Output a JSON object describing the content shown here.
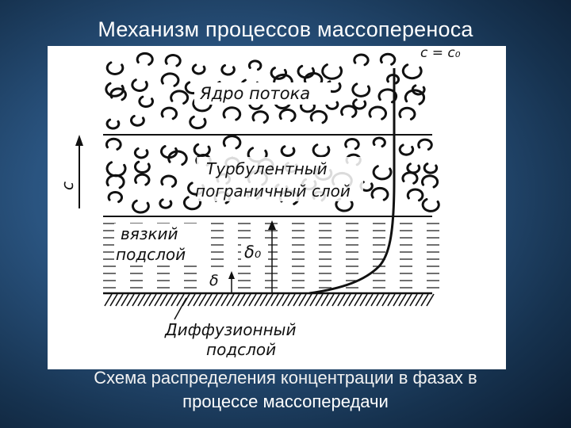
{
  "slide": {
    "title": "Механизм процессов массопереноса",
    "caption_line1": "Схема распределения концентрации в фазах в",
    "caption_line2": "процессе массопередачи"
  },
  "diagram": {
    "top_label": "c = c₀",
    "flow_core_label": "Ядро потока",
    "turbulent_layer_label_1": "Турбулентный",
    "turbulent_layer_label_2": "пограничный слой",
    "viscous_sublayer_label_1": "вязкий",
    "viscous_sublayer_label_2": "подслой",
    "delta0_label": "δ₀",
    "delta_label": "δ",
    "diffusion_layer_label_1": "Диффузионный",
    "diffusion_layer_label_2": "подслой",
    "side_axis_label": "c"
  }
}
